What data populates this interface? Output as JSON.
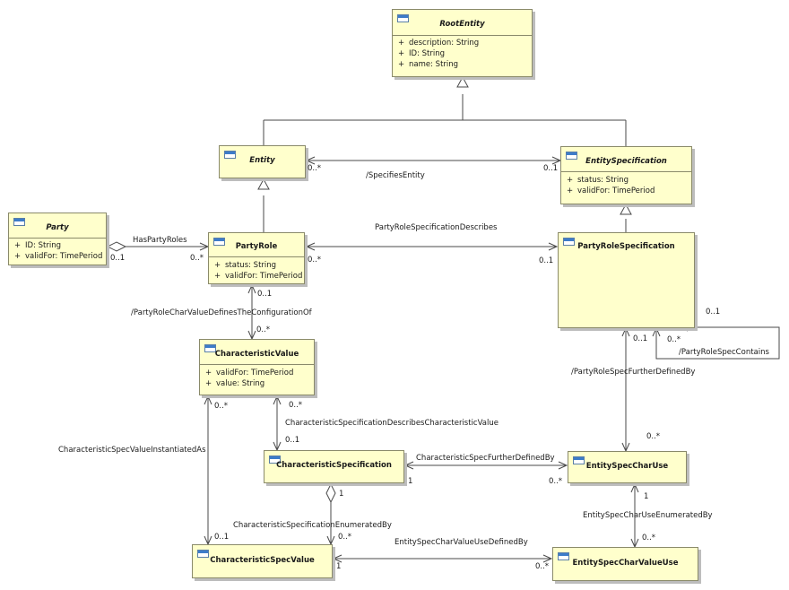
{
  "classes": {
    "root_entity": {
      "name": "RootEntity",
      "attributes": [
        {
          "visibility": "+",
          "text": "description: String"
        },
        {
          "visibility": "+",
          "text": "ID: String"
        },
        {
          "visibility": "+",
          "text": "name: String"
        }
      ]
    },
    "entity": {
      "name": "Entity"
    },
    "entity_specification": {
      "name": "EntitySpecification",
      "attributes": [
        {
          "visibility": "+",
          "text": "status: String"
        },
        {
          "visibility": "+",
          "text": "validFor: TimePeriod"
        }
      ]
    },
    "party": {
      "name": "Party",
      "attributes": [
        {
          "visibility": "+",
          "text": "ID: String"
        },
        {
          "visibility": "+",
          "text": "validFor: TimePeriod"
        }
      ]
    },
    "party_role": {
      "name": "PartyRole",
      "attributes": [
        {
          "visibility": "+",
          "text": "status: String"
        },
        {
          "visibility": "+",
          "text": "validFor: TimePeriod"
        }
      ]
    },
    "party_role_specification": {
      "name": "PartyRoleSpecification"
    },
    "characteristic_value": {
      "name": "CharacteristicValue",
      "attributes": [
        {
          "visibility": "+",
          "text": "validFor: TimePeriod"
        },
        {
          "visibility": "+",
          "text": "value: String"
        }
      ]
    },
    "characteristic_specification": {
      "name": "CharacteristicSpecification"
    },
    "entity_spec_char_use": {
      "name": "EntitySpecCharUse"
    },
    "characteristic_spec_value": {
      "name": "CharacteristicSpecValue"
    },
    "entity_spec_char_value_use": {
      "name": "EntitySpecCharValueUse"
    }
  },
  "associations": {
    "specifies_entity": {
      "label": "/SpecifiesEntity",
      "mult_a": "0..*",
      "mult_b": "0..1"
    },
    "has_party_roles": {
      "label": "HasPartyRoles",
      "mult_a": "0..1",
      "mult_b": "0..*"
    },
    "party_role_specification_describes": {
      "label": "PartyRoleSpecificationDescribes",
      "mult_a": "0..*",
      "mult_b": "0..1"
    },
    "party_role_char_value": {
      "label": "/PartyRoleCharValueDefinesTheConfigurationOf",
      "mult_a": "0..1",
      "mult_b": "0..*"
    },
    "party_role_spec_contains": {
      "label": "/PartyRoleSpecContains",
      "mult_a": "0..1",
      "mult_b": "0..*"
    },
    "party_role_spec_further_defined_by": {
      "label": "/PartyRoleSpecFurtherDefinedBy",
      "mult_a": "0..1",
      "mult_b": "0..*"
    },
    "char_spec_describes_char_value": {
      "label": "CharacteristicSpecificationDescribesCharacteristicValue",
      "mult_a": "0..*",
      "mult_b": "0..1"
    },
    "char_spec_value_instantiated_as": {
      "label": "CharacteristicSpecValueInstantiatedAs",
      "mult_a": "0..*",
      "mult_b": "0..1"
    },
    "char_spec_further_defined_by": {
      "label": "CharacteristicSpecFurtherDefinedBy",
      "mult_a": "1",
      "mult_b": "0..*"
    },
    "char_spec_enumerated_by": {
      "label": "CharacteristicSpecificationEnumeratedBy",
      "mult_a": "1",
      "mult_b": "0..*"
    },
    "entity_spec_char_use_enumerated_by": {
      "label": "EntitySpecCharUseEnumeratedBy",
      "mult_a": "1",
      "mult_b": "0..*"
    },
    "entity_spec_char_value_use_defined_by": {
      "label": "EntitySpecCharValueUseDefinedBy",
      "mult_a": "1",
      "mult_b": "0..*"
    }
  },
  "colors": {
    "class_fill": "#ffffcc",
    "class_border": "#8a8a6a",
    "icon_header": "#3d7cc9",
    "line": "#4a4a4a"
  }
}
